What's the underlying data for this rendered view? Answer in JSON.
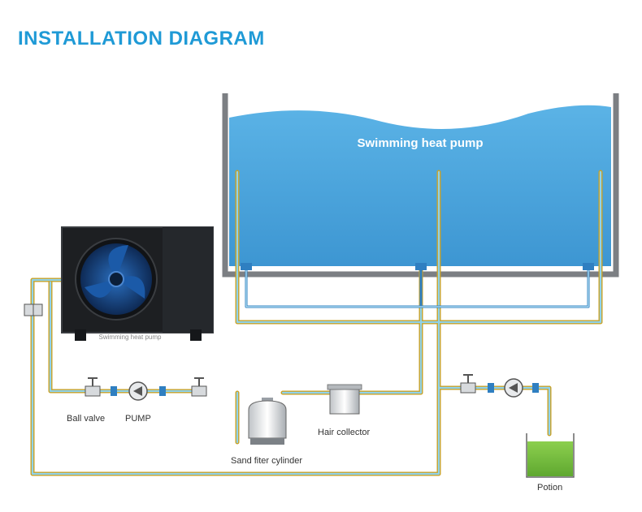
{
  "title": "INSTALLATION DIAGRAM",
  "pool": {
    "label": "Swimming heat pump"
  },
  "heat_pump_unit": {
    "caption": "Swimming heat pump"
  },
  "labels": {
    "ball_valve": "Ball valve",
    "pump": "PUMP",
    "sand_filter": "Sand fiter cylinder",
    "hair_collector": "Hair collector",
    "potion": "Potion"
  },
  "colors": {
    "title": "#1f9ad6",
    "water": "#4aa3dc",
    "pipe_outer": "#c9a227",
    "pipe_inner": "#8fd3ec",
    "potion": "#7dc240"
  },
  "icons": [
    "fan-icon",
    "valve-icon",
    "pump-icon",
    "filter-icon",
    "collector-icon",
    "union-icon"
  ]
}
